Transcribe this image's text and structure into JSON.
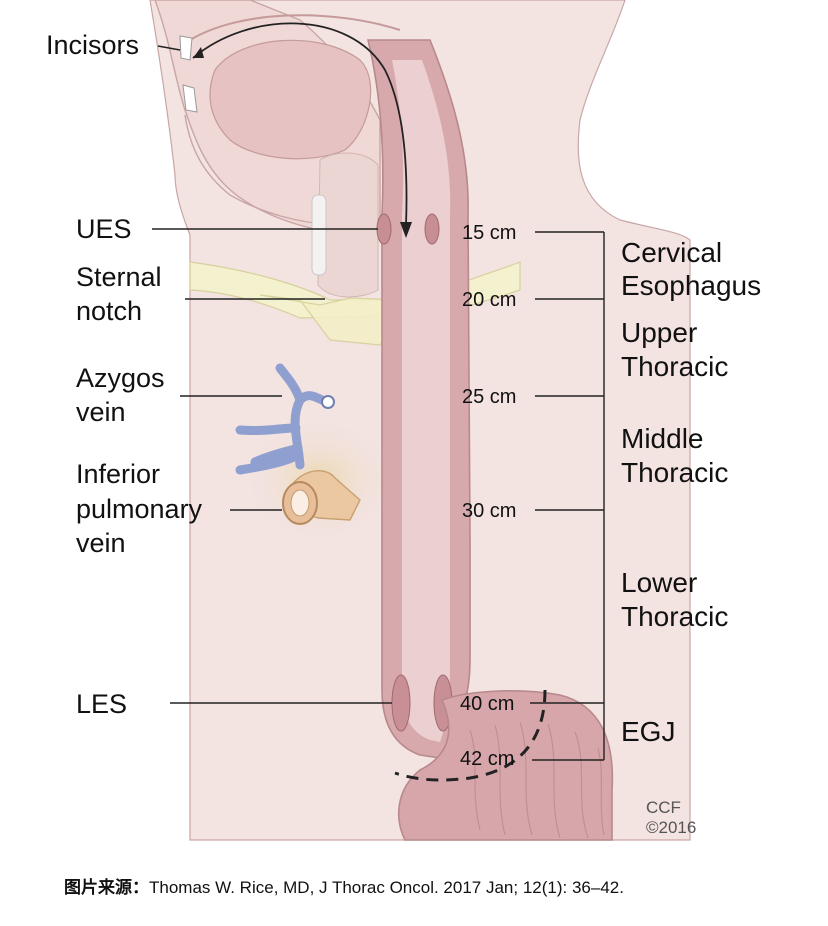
{
  "labels": {
    "incisors": "Incisors",
    "ues": "UES",
    "sternal_notch": [
      "Sternal",
      "notch"
    ],
    "azygos_vein": [
      "Azygos",
      "vein"
    ],
    "inferior_pulmonary_vein": [
      "Inferior",
      "pulmonary",
      "vein"
    ],
    "les": "LES"
  },
  "distances": [
    "15 cm",
    "20 cm",
    "25 cm",
    "30 cm",
    "40 cm",
    "42 cm"
  ],
  "sections": [
    [
      "Cervical",
      "Esophagus"
    ],
    [
      "Upper",
      "Thoracic"
    ],
    [
      "Middle",
      "Thoracic"
    ],
    [
      "Lower",
      "Thoracic"
    ],
    [
      "EGJ"
    ]
  ],
  "credit": [
    "CCF",
    "©2016"
  ],
  "caption": {
    "prefix": "图片来源：",
    "text": "Thomas W. Rice, MD, J Thorac Oncol. 2017 Jan; 12(1): 36–42."
  },
  "colors": {
    "body_bg": "#f3e2e0",
    "esophagus": "#d7a7aa",
    "lumen": "#eccfd0",
    "vein": "#8f9fd0",
    "bone": "#f3f0c9"
  }
}
